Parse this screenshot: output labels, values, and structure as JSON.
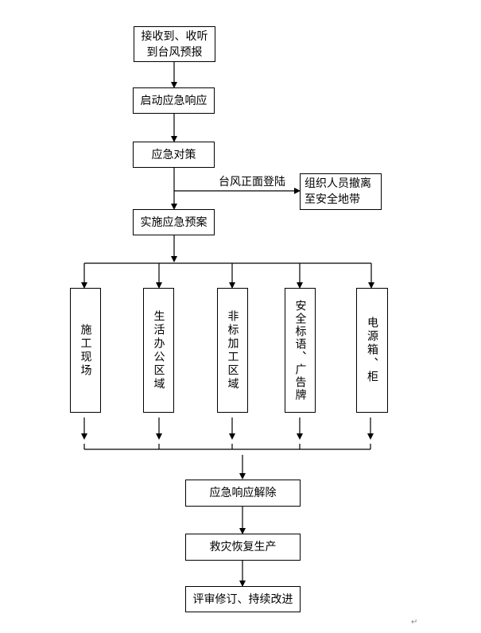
{
  "diagram": {
    "type": "flowchart",
    "nodes": {
      "receive_forecast": [
        "接收到、收听",
        "到台风预报"
      ],
      "start_response": "启动应急响应",
      "countermeasures": "应急对策",
      "evacuate": [
        "组织人员撤离",
        "至安全地带"
      ],
      "implement_plan": "实施应急预案",
      "areas": [
        {
          "id": "construction_site",
          "label": "施工现场"
        },
        {
          "id": "living_office_area",
          "label": "生活办公区域"
        },
        {
          "id": "non_standard_processing_area",
          "label": "非标加工区域"
        },
        {
          "id": "safety_signs",
          "label": "安全标语、广告牌"
        },
        {
          "id": "power_boxes",
          "label": "电源箱、柜"
        }
      ],
      "release_response": "应急响应解除",
      "recovery": "救灾恢复生产",
      "review": "评审修订、持续改进"
    },
    "edge_labels": {
      "direct_landfall": "台风正面登陆"
    },
    "edges": [
      [
        "receive_forecast",
        "start_response"
      ],
      [
        "start_response",
        "countermeasures"
      ],
      [
        "countermeasures",
        "implement_plan"
      ],
      [
        "countermeasures",
        "evacuate",
        "台风正面登陆"
      ],
      [
        "implement_plan",
        "construction_site"
      ],
      [
        "implement_plan",
        "living_office_area"
      ],
      [
        "implement_plan",
        "non_standard_processing_area"
      ],
      [
        "implement_plan",
        "safety_signs"
      ],
      [
        "implement_plan",
        "power_boxes"
      ],
      [
        "construction_site",
        "release_response"
      ],
      [
        "living_office_area",
        "release_response"
      ],
      [
        "non_standard_processing_area",
        "release_response"
      ],
      [
        "safety_signs",
        "release_response"
      ],
      [
        "power_boxes",
        "release_response"
      ],
      [
        "release_response",
        "recovery"
      ],
      [
        "recovery",
        "review"
      ]
    ]
  },
  "paragraph_mark": "↵"
}
